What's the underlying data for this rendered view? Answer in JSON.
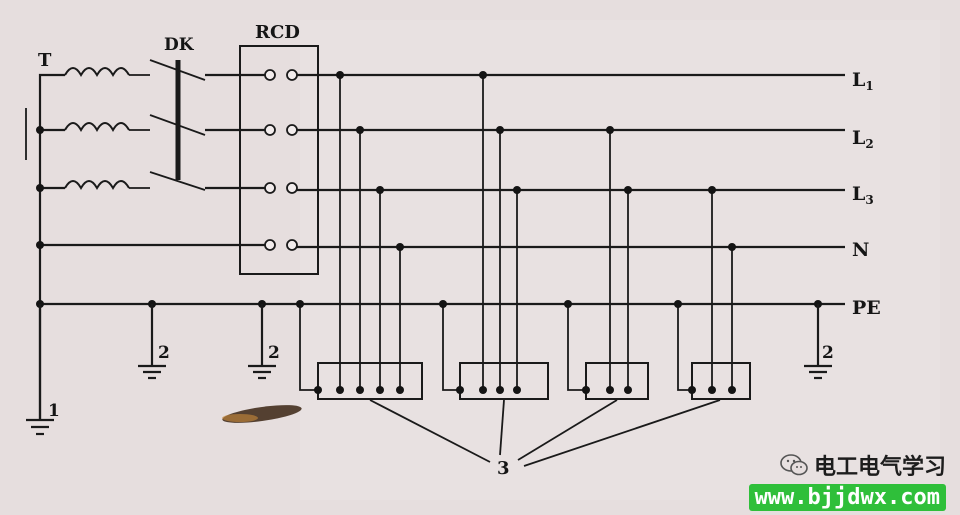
{
  "labels": {
    "transformer": "T",
    "breaker": "DK",
    "rcd": "RCD",
    "l1": "L",
    "l1_sub": "1",
    "l2": "L",
    "l2_sub": "2",
    "l3": "L",
    "l3_sub": "3",
    "n": "N",
    "pe": "PE",
    "ground_main": "1",
    "ground_2a": "2",
    "ground_2b": "2",
    "ground_2c": "2",
    "equipment": "3"
  },
  "watermark": {
    "name": "电工电气学习",
    "url": "www.bjjdwx.com",
    "icon": "wechat-icon"
  },
  "colors": {
    "background": "#e6dede",
    "line": "#1a1a1a",
    "watermark_green": "#2fbf3a"
  }
}
